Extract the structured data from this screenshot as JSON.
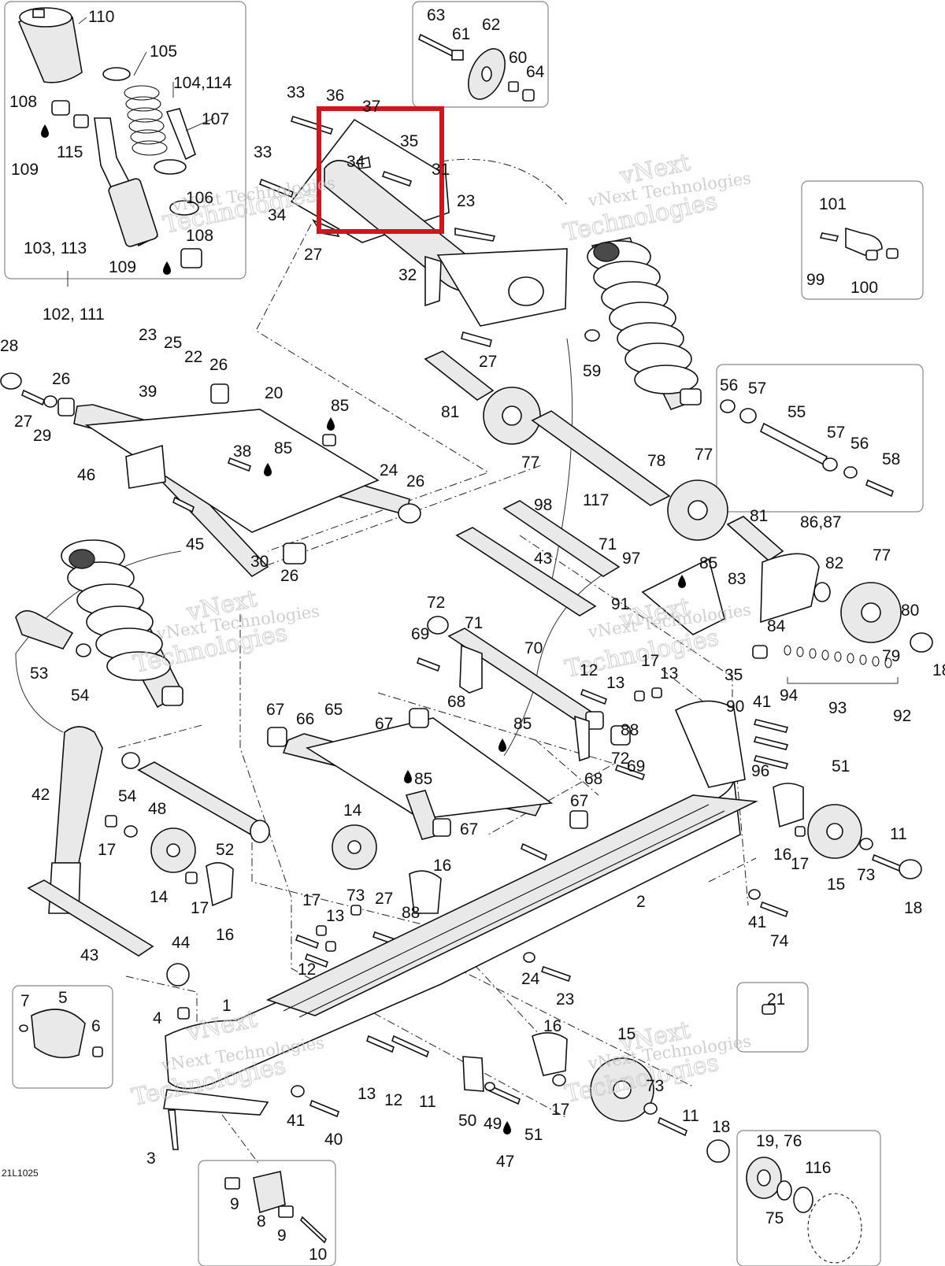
{
  "diagram_code": "21L1025",
  "watermark": {
    "line1": "vNext",
    "line2": "Technologies",
    "inline": "vNext Technologies"
  },
  "colors": {
    "highlight": "#d0161b",
    "ink": "#111111",
    "watermark": "#bfbfbf",
    "frame": "#888888"
  },
  "highlight_label": "callout box around parts 34, 35, 37 and 31",
  "labels": [
    "110",
    "105",
    "104,114",
    "107",
    "108",
    "109",
    "115",
    "106",
    "34",
    "103, 113",
    "108",
    "109",
    "102, 111",
    "63",
    "61",
    "62",
    "60",
    "64",
    "33",
    "36",
    "37",
    "35",
    "34",
    "31",
    "33",
    "23",
    "27",
    "32",
    "27",
    "101",
    "99",
    "100",
    "28",
    "23",
    "25",
    "22",
    "26",
    "26",
    "27",
    "29",
    "20",
    "39",
    "85",
    "38",
    "85",
    "46",
    "24",
    "26",
    "45",
    "30",
    "26",
    "81",
    "77",
    "59",
    "56",
    "57",
    "55",
    "57",
    "56",
    "58",
    "117",
    "78",
    "77",
    "98",
    "81",
    "86,87",
    "43",
    "71",
    "97",
    "85",
    "82",
    "77",
    "83",
    "91",
    "84",
    "80",
    "79",
    "18",
    "35",
    "94",
    "93",
    "92",
    "53",
    "54",
    "72",
    "71",
    "69",
    "70",
    "68",
    "12",
    "13",
    "17",
    "13",
    "90",
    "41",
    "51",
    "96",
    "67",
    "66",
    "65",
    "67",
    "85",
    "85",
    "88",
    "72",
    "69",
    "68",
    "67",
    "67",
    "42",
    "54",
    "48",
    "52",
    "17",
    "14",
    "17",
    "16",
    "14",
    "16",
    "73",
    "27",
    "88",
    "17",
    "13",
    "12",
    "2",
    "43",
    "44",
    "16",
    "17",
    "15",
    "73",
    "11",
    "18",
    "41",
    "74",
    "24",
    "23",
    "21",
    "7",
    "5",
    "6",
    "4",
    "1",
    "41",
    "40",
    "3",
    "13",
    "12",
    "11",
    "50",
    "49",
    "51",
    "47",
    "16",
    "17",
    "15",
    "73",
    "11",
    "18",
    "9",
    "8",
    "9",
    "10",
    "19, 76",
    "116",
    "75"
  ]
}
